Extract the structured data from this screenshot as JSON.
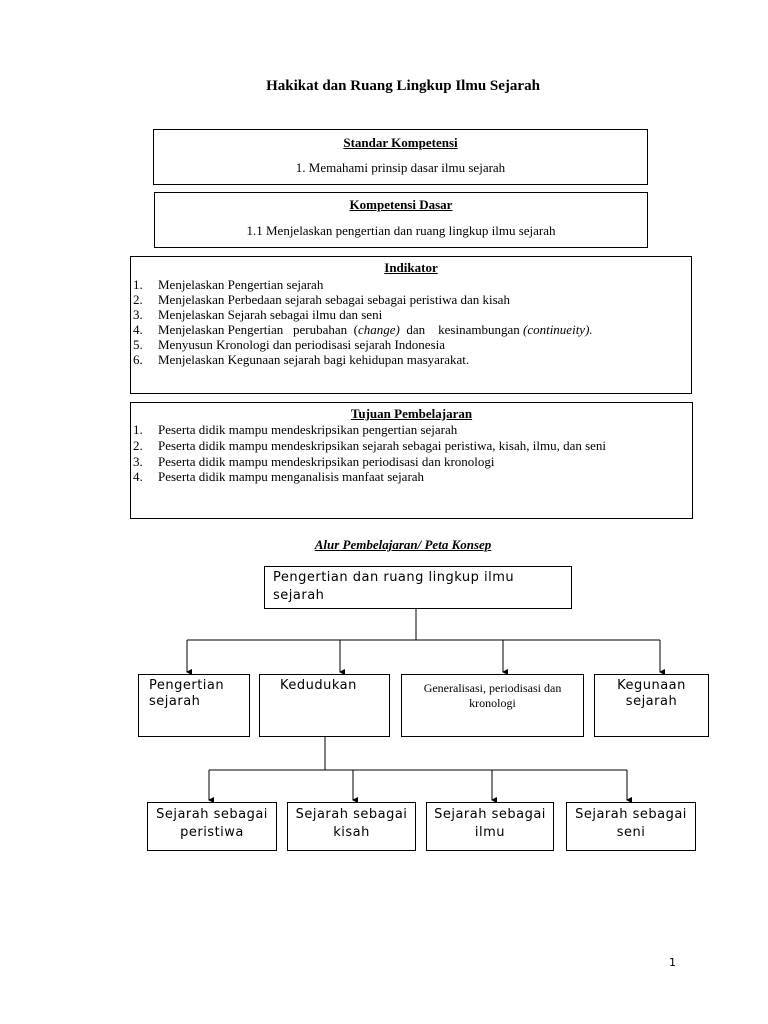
{
  "document": {
    "title": "Hakikat dan Ruang Lingkup Ilmu Sejarah",
    "page_number": "1"
  },
  "standar_kompetensi": {
    "heading": "Standar Kompetensi",
    "item": "1.  Memahami prinsip dasar ilmu sejarah"
  },
  "kompetensi_dasar": {
    "heading": "Kompetensi Dasar",
    "item": "1.1 Menjelaskan pengertian dan ruang  lingkup ilmu sejarah"
  },
  "indikator": {
    "heading": "Indikator",
    "items": [
      {
        "num": "1.",
        "text": "Menjelaskan Pengertian sejarah"
      },
      {
        "num": "2.",
        "text": "Menjelaskan Perbedaan sejarah sebagai sebagai peristiwa dan kisah"
      },
      {
        "num": "3.",
        "text": "Menjelaskan Sejarah sebagai ilmu dan seni"
      },
      {
        "num": "4.",
        "text_a": "Menjelaskan Pengertian   perubahan  (",
        "em_a": "change)",
        "text_b": "  dan    kesinambungan ",
        "em_b": "(continueity)."
      },
      {
        "num": "5.",
        "text": "Menyusun Kronologi dan periodisasi sejarah Indonesia"
      },
      {
        "num": "6.",
        "text": "Menjelaskan Kegunaan sejarah bagi kehidupan masyarakat."
      }
    ]
  },
  "tujuan": {
    "heading": "Tujuan Pembelajaran",
    "items": [
      {
        "num": "1.",
        "text": "Peserta didik mampu mendeskripsikan pengertian sejarah"
      },
      {
        "num": "2.",
        "text": "Peserta didik mampu mendeskripsikan sejarah sebagai peristiwa, kisah, ilmu, dan seni"
      },
      {
        "num": "3.",
        "text": "Peserta didik mampu mendeskripsikan periodisasi dan kronologi"
      },
      {
        "num": "4.",
        "text": "Peserta didik mampu menganalisis manfaat sejarah"
      }
    ]
  },
  "concept_map": {
    "title": "Alur Pembelajaran/ Peta Konsep",
    "root": "Pengertian dan ruang lingkup ilmu sejarah",
    "level1": [
      "Pengertian sejarah",
      "Kedudukan",
      "Generalisasi, periodisasi dan kronologi",
      "Kegunaan sejarah"
    ],
    "level2": [
      "Sejarah sebagai peristiwa",
      "Sejarah sebagai kisah",
      "Sejarah sebagai ilmu",
      "Sejarah sebagai seni"
    ]
  }
}
